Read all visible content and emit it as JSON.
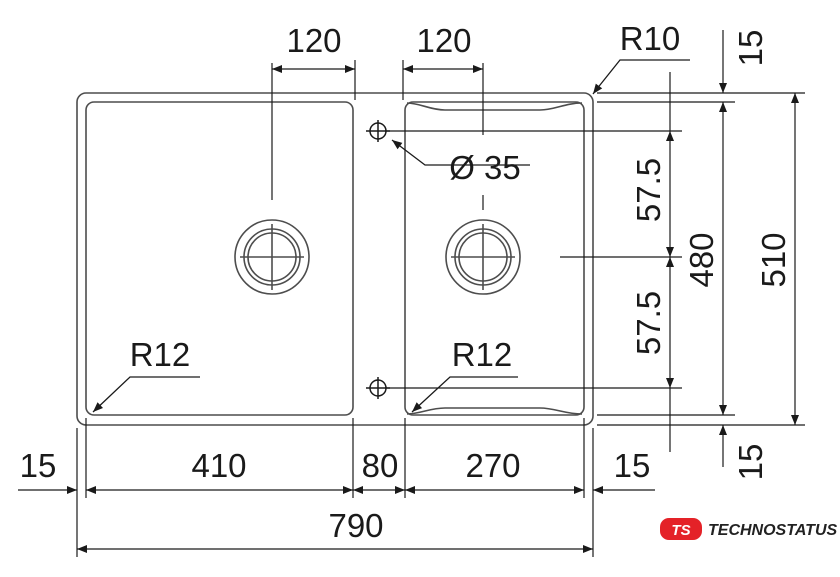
{
  "drawing": {
    "top_dimensions": {
      "left_offset": "120",
      "right_offset": "120",
      "corner_radius": "R10"
    },
    "annotations": {
      "hole_diameter": "Ø 35",
      "left_corner_radius": "R12",
      "right_corner_radius": "R12"
    },
    "vertical_dimensions": {
      "top_spacing": "57.5",
      "bottom_spacing": "57.5",
      "inner_height": "480",
      "outer_height": "510",
      "top_margin": "15",
      "bottom_margin": "15"
    },
    "bottom_dimensions": {
      "left_margin": "15",
      "left_bowl": "410",
      "divider": "80",
      "right_bowl": "270",
      "right_margin": "15",
      "total_width": "790"
    }
  },
  "branding": {
    "logo_mark": "TS",
    "logo_text": "TECHNOSTATUS",
    "logo_color": "#e42228"
  },
  "colors": {
    "line": "#1a1a1a",
    "outline": "#4d4d4d"
  }
}
